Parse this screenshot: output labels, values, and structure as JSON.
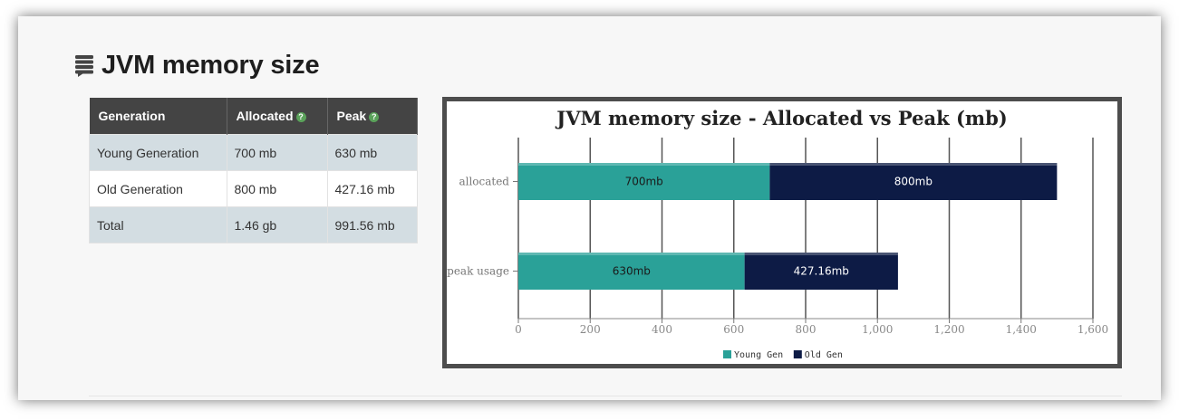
{
  "section": {
    "title": "JVM memory size",
    "icon": "database-icon"
  },
  "table": {
    "headers": [
      "Generation",
      "Allocated",
      "Peak"
    ],
    "rows": [
      [
        "Young Generation",
        "700 mb",
        "630 mb"
      ],
      [
        "Old Generation",
        "800 mb",
        "427.16 mb"
      ],
      [
        "Total",
        "1.46 gb",
        "991.56 mb"
      ]
    ]
  },
  "chart_data": {
    "type": "bar",
    "orientation": "horizontal",
    "stacked": true,
    "title": "JVM memory size - Allocated vs Peak (mb)",
    "categories": [
      "allocated",
      "peak usage"
    ],
    "series": [
      {
        "name": "Young Gen",
        "values": [
          700,
          630
        ],
        "labels": [
          "700mb",
          "630mb"
        ],
        "color": "#2aa198"
      },
      {
        "name": "Old Gen",
        "values": [
          800,
          427.16
        ],
        "labels": [
          "800mb",
          "427.16mb"
        ],
        "color": "#0d1b45"
      }
    ],
    "xlim": [
      0,
      1600
    ],
    "xticks": [
      "0",
      "200",
      "400",
      "600",
      "800",
      "1,000",
      "1,200",
      "1,400",
      "1,600"
    ],
    "grid": true,
    "legend": "bottom"
  }
}
